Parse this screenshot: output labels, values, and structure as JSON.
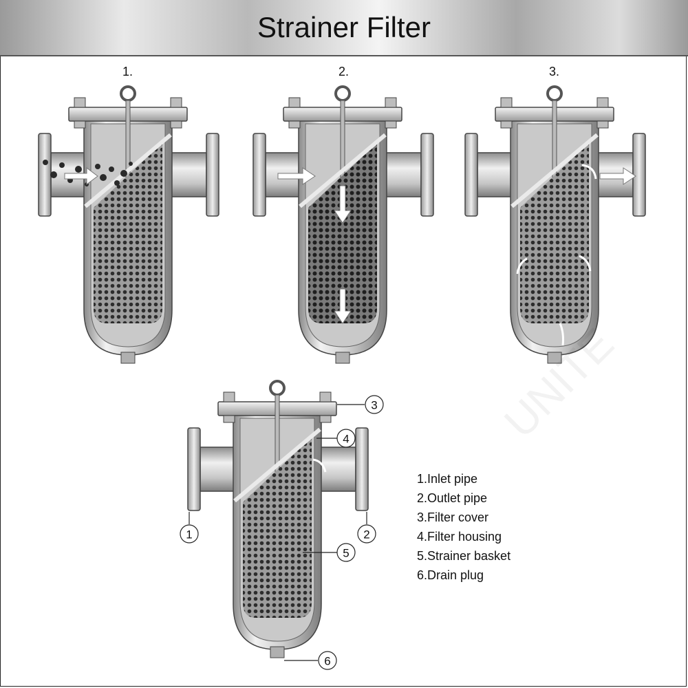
{
  "title": "Strainer Filter",
  "steps": [
    {
      "number": "1."
    },
    {
      "number": "2."
    },
    {
      "number": "3."
    }
  ],
  "callouts": [
    "1",
    "2",
    "3",
    "4",
    "5",
    "6"
  ],
  "legend": [
    "1.Inlet pipe",
    "2.Outlet pipe",
    "3.Filter cover",
    "4.Filter housing",
    "5.Strainer basket",
    "6.Drain plug"
  ],
  "watermark": "UNITE",
  "colors": {
    "metal_light": "#e6e6e6",
    "metal_dark": "#7a7a7a",
    "mesh": "#3a3a3a",
    "arrow": "#ffffff"
  }
}
